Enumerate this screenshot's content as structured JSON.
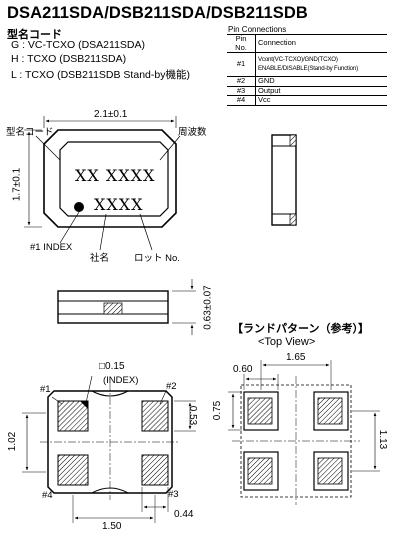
{
  "header": {
    "title": "DSA211SDA/DSB211SDA/DSB211SDB",
    "model_code_heading": "型名コード",
    "variants": [
      "G : VC-TCXO (DSA211SDA)",
      "H : TCXO (DSB211SDA)",
      "L : TCXO (DSB211SDB Stand-by機能)"
    ]
  },
  "pin_connections": {
    "title": "Pin Connections",
    "col_pin": "Pin No.",
    "col_conn": "Connection",
    "rows": [
      {
        "pin": "#1",
        "line1": "Vcont(VC-TCXO)/GND(TCXO)",
        "line2": "ENABLE/DISABLE(Stand-by Function)"
      },
      {
        "pin": "#2",
        "line1": "GND"
      },
      {
        "pin": "#3",
        "line1": "Output"
      },
      {
        "pin": "#4",
        "line1": "Vcc"
      }
    ]
  },
  "top_drawing": {
    "label_model_code": "型名コード",
    "label_frequency": "周波数",
    "label_index": "#1 INDEX",
    "label_maker": "社名",
    "label_lot": "ロット No.",
    "marking_line1": "XX XXXX",
    "marking_line2": "XXXX",
    "dim_width": "2.1±0.1",
    "dim_height": "1.7±0.1"
  },
  "side_drawing": {
    "dim_height": "0.63±0.07"
  },
  "bottom_drawing": {
    "pin1": "#1",
    "pin2": "#2",
    "pin3": "#3",
    "pin4": "#4",
    "index_dim": "□0.15",
    "index_label": "(INDEX)",
    "dim_pad_h": "0.53",
    "dim_total_h": "1.02",
    "dim_pitch": "1.50",
    "dim_pad_w": "0.44"
  },
  "land_pattern": {
    "title": "【ランドパターン（参考）】",
    "view": "<Top View>",
    "dim_pitch": "1.65",
    "dim_pad_w": "0.60",
    "dim_pad_h": "0.75",
    "dim_total_h": "1.13"
  }
}
